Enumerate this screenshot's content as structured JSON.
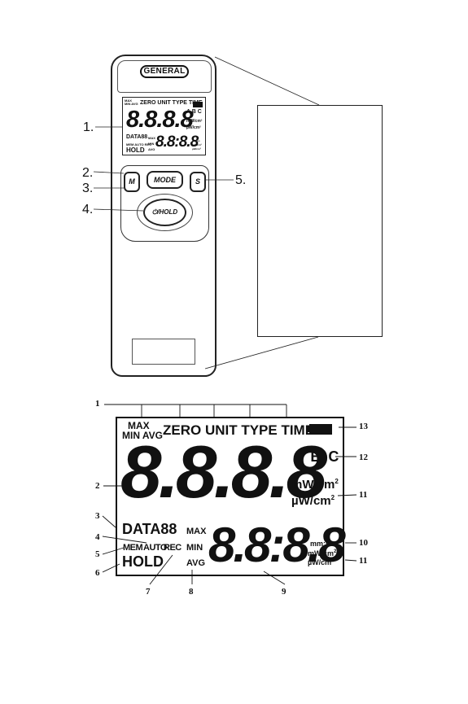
{
  "device": {
    "brand": "GENERAL",
    "small_lcd": {
      "top_left": [
        "MAX",
        "MIN AVG"
      ],
      "top_labels": "ZERO UNIT TYPE TIME",
      "abc": "A B C",
      "main_digits": "8.8.8.8",
      "unit_mw": "mW/cm²",
      "unit_uw": "µW/cm²",
      "data": "DATA88",
      "mem_auto_rec": "MEM AUTO REC",
      "hold": "HOLD",
      "max": "MAX",
      "min": "MIN",
      "avg": "AVG",
      "sub_digits": "8.8:8.8",
      "sub_unit_mmss": "mm:ss",
      "sub_unit_mw": "mW/cm²",
      "sub_unit_uw": "µW/cm²"
    },
    "buttons": {
      "m": "M",
      "mode": "MODE",
      "s": "S",
      "hold": "⏻/HOLD"
    },
    "callouts": [
      "1.",
      "2.",
      "3.",
      "4.",
      "5."
    ]
  },
  "display": {
    "max": "MAX",
    "min_avg": "MIN AVG",
    "top_labels": "ZERO UNIT TYPE TIME",
    "abc": "A B C",
    "main_digits": "8.8.8.8",
    "unit_mw": "mW/cm",
    "unit_uw": "µW/cm",
    "sup": "2",
    "data": "DATA88",
    "mem": "MEM",
    "auto": "AUTO",
    "rec": "REC",
    "hold": "HOLD",
    "max2": "MAX",
    "min2": "MIN",
    "avg2": "AVG",
    "sub_digits": "8.8:8.8",
    "mmss": "mm:ss",
    "sub_mw": "mW/cm",
    "sub_uw": "µW/cm",
    "numbers": [
      "1",
      "2",
      "3",
      "4",
      "5",
      "6",
      "7",
      "8",
      "9",
      "10",
      "11",
      "11",
      "12",
      "13"
    ]
  }
}
